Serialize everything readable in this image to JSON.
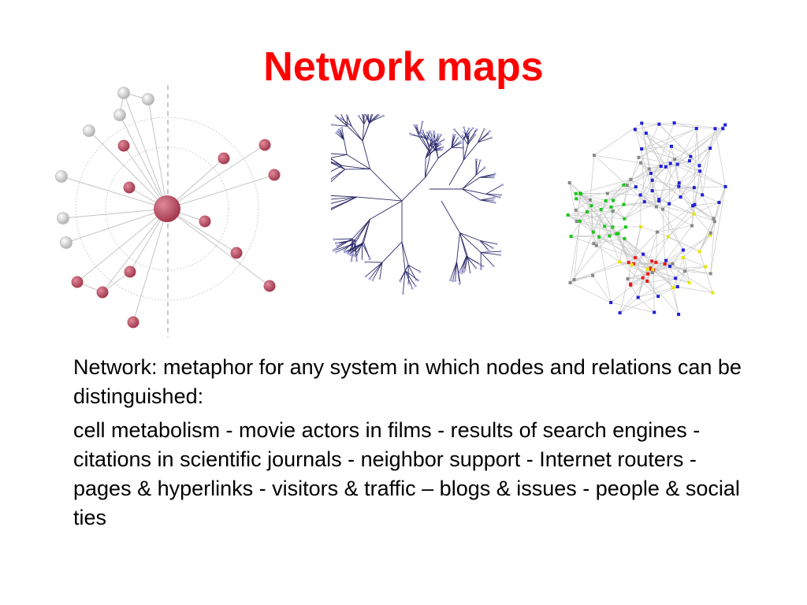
{
  "slide": {
    "title": "Network maps",
    "title_color": "#ff0000",
    "paragraphs": [
      "Network: metaphor for any system in which nodes and relations can be distinguished:",
      "cell metabolism - movie actors in films - results of search engines - citations in scientific journals - neighbor support - Internet routers - pages & hyperlinks - visitors & traffic – blogs & issues - people & social ties"
    ]
  },
  "figures": {
    "radial": {
      "node_colors": {
        "hub": "#a33a4e",
        "inner": "#a33a4e",
        "outer": "#cccccc"
      }
    },
    "tree": {
      "edge_color": "#2d2c6b",
      "node_color": "#a8a8d8"
    },
    "graph": {
      "node_colors": [
        "#1e1edc",
        "#18c818",
        "#e81818",
        "#e6e600",
        "#888888"
      ],
      "edge_color": "#c8c8c8"
    }
  }
}
